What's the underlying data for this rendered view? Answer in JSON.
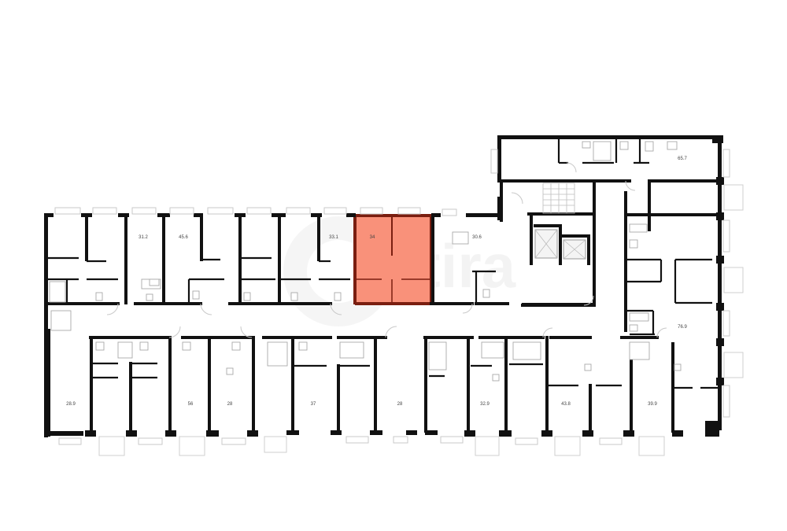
{
  "plan": {
    "type": "residential floor plan",
    "highlight_color": "#f9917a",
    "highlight_wall_color": "#7a1e10",
    "wall_color": "#111111",
    "background": "#ffffff",
    "watermark": "artira",
    "highlighted_unit": {
      "id": "unit-top-8",
      "area": "34"
    },
    "units_top_row": [
      {
        "id": "unit-top-1",
        "area": ""
      },
      {
        "id": "unit-top-2",
        "area": ""
      },
      {
        "id": "unit-top-3",
        "area": "31.2"
      },
      {
        "id": "unit-top-4",
        "area": "45.6"
      },
      {
        "id": "unit-top-5",
        "area": ""
      },
      {
        "id": "unit-top-6",
        "area": ""
      },
      {
        "id": "unit-top-7",
        "area": "33.1"
      },
      {
        "id": "unit-top-8",
        "area": "34"
      },
      {
        "id": "unit-top-9",
        "area": "30.6"
      }
    ],
    "units_wing": [
      {
        "id": "unit-wing-top",
        "area": "65.7"
      },
      {
        "id": "unit-wing-right",
        "area": "76.9"
      }
    ],
    "units_bottom_row": [
      {
        "id": "unit-bottom-1",
        "area": "28.9"
      },
      {
        "id": "unit-bottom-2",
        "area": "56"
      },
      {
        "id": "unit-bottom-3",
        "area": "28"
      },
      {
        "id": "unit-bottom-4",
        "area": "37"
      },
      {
        "id": "unit-bottom-5",
        "area": "28"
      },
      {
        "id": "unit-bottom-6",
        "area": "32.9"
      },
      {
        "id": "unit-bottom-7",
        "area": "43.8"
      },
      {
        "id": "unit-bottom-8",
        "area": "39.9"
      }
    ],
    "core": {
      "stairs": "stairwell",
      "elevators": 2
    }
  }
}
